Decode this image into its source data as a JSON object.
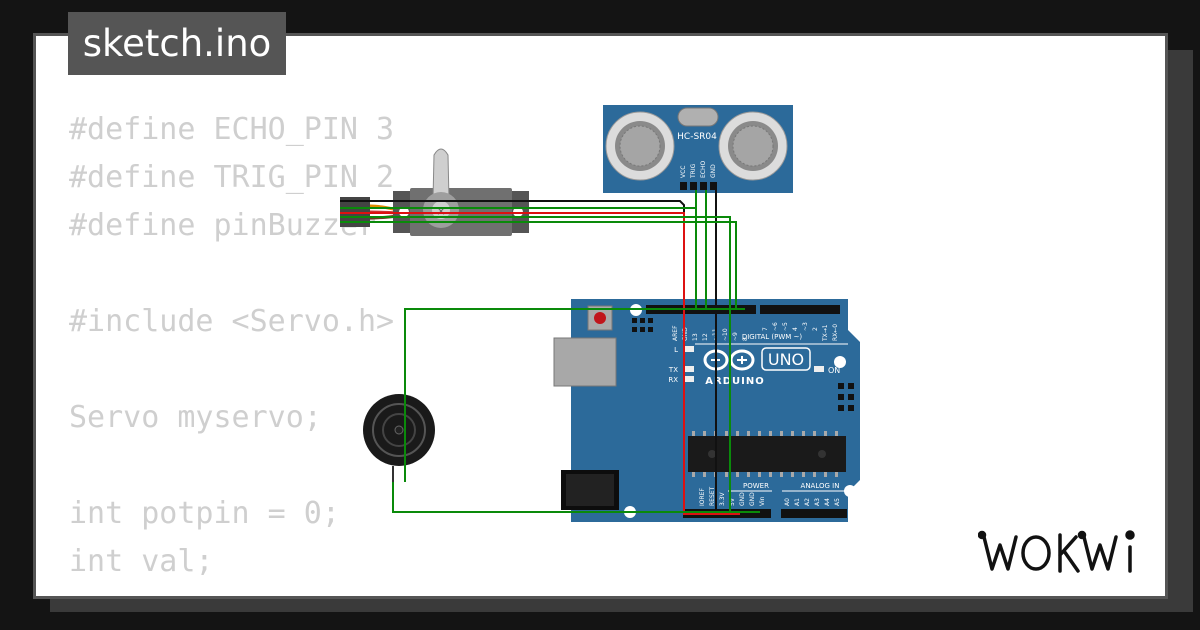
{
  "tab": {
    "filename": "sketch.ino"
  },
  "code": {
    "lines": [
      "#define ECHO_PIN 3",
      "#define TRIG_PIN 2",
      "#define pinBuzzer",
      "",
      "#include <Servo.h>",
      "",
      "Servo myservo;",
      "",
      "int potpin = 0;",
      "int val;"
    ]
  },
  "brand": {
    "logo_text": "WOKWI"
  },
  "sensor": {
    "model": "HC-SR04",
    "pins": [
      "VCC",
      "TRIG",
      "ECHO",
      "GND"
    ]
  },
  "arduino": {
    "brand": "ARDUINO",
    "model": "UNO",
    "digital_header": "DIGITAL (PWM ~)",
    "power_header": "POWER",
    "analog_header": "ANALOG IN",
    "on_label": "ON",
    "l_label": "L",
    "tx_label": "TX",
    "rx_label": "RX",
    "digital_pins": [
      "AREF",
      "GND",
      "13",
      "12",
      "~11",
      "~10",
      "~9",
      "8",
      "7",
      "~6",
      "~5",
      "4",
      "~3",
      "2",
      "TX→1",
      "RX←0"
    ],
    "power_pins": [
      "IOREF",
      "RESET",
      "3.3V",
      "5V",
      "GND",
      "GND",
      "Vin"
    ],
    "analog_pins": [
      "A0",
      "A1",
      "A2",
      "A3",
      "A4",
      "A5"
    ]
  },
  "colors": {
    "board": "#2c6a9a",
    "wire_green": "#0a8a0a",
    "wire_red": "#d11",
    "wire_black": "#111111",
    "code_text": "#cfcfcf",
    "tab_bg": "#555555"
  }
}
